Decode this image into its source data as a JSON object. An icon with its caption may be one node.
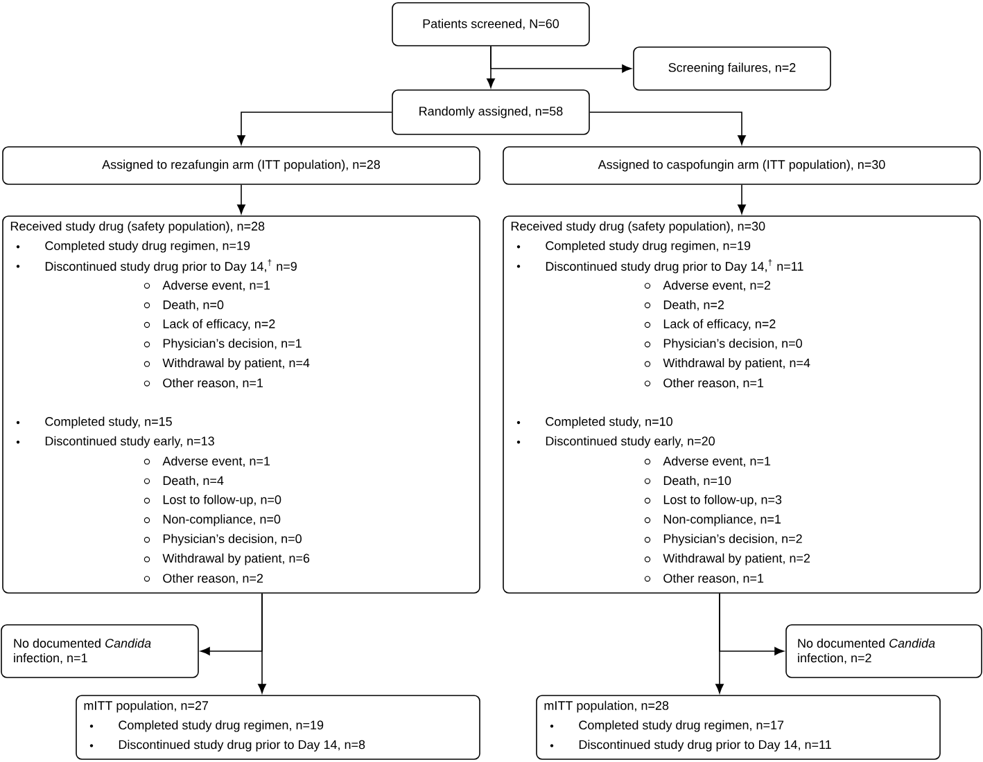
{
  "diagram": {
    "nodes": [
      {
        "text": [
          "Patients screened, N=60"
        ]
      },
      {
        "text": [
          "Screening failures, n=2"
        ]
      },
      {
        "text": [
          "Randomly assigned, n=58"
        ]
      },
      {
        "text": [
          "Assigned to rezafungin arm (ITT population), n=28"
        ]
      },
      {
        "text": [
          "Assigned to caspofungin arm (ITT population), n=30"
        ]
      },
      {
        "text": [
          "Received study drug (safety population), n=28",
          "Completed study drug regimen, n=19",
          "Discontinued study drug prior to Day 14,$^{†}$ n=9",
          "Adverse event, n=1",
          "Death, n=0",
          "Lack of efficacy, n=2",
          "Physician’s decision, n=1",
          "Withdrawal by patient, n=4",
          "Other reason, n=1",
          "Completed study, n=15",
          "Discontinued study early, n=13",
          "Adverse event, n=1",
          "Death, n=4",
          "Lost to follow-up, n=0",
          "Non-compliance, n=0",
          "Physician’s decision, n=0",
          "Withdrawal by patient, n=6",
          "Other reason, n=2"
        ]
      },
      {
        "text": [
          "Received study drug (safety population), n=30",
          "Completed study drug regimen, n=19",
          "Discontinued study drug prior to Day 14,$^{†}$ n=11",
          "Adverse event, n=2",
          "Death, n=2",
          "Lack of efficacy, n=2",
          "Physician’s decision, n=0",
          "Withdrawal by patient, n=4",
          "Other reason, n=1",
          "Completed study, n=10",
          "Discontinued study early, n=20",
          "Adverse event, n=1",
          "Death, n=10",
          "Lost to follow-up, n=3",
          "Non-compliance, n=1",
          "Physician’s decision, n=2",
          "Withdrawal by patient, n=2",
          "Other reason, n=1"
        ]
      },
      {
        "text": [
          "No documented *Candida* infection, n=1"
        ]
      },
      {
        "text": [
          "No documented *Candida* infection, n=2"
        ]
      },
      {
        "text": [
          "mITT population, n=27",
          "Completed study drug regimen, n=19",
          "Discontinued study drug prior to Day 14, n=8"
        ]
      },
      {
        "text": [
          "mITT population, n=28",
          "Completed study drug regimen, n=17",
          "Discontinued study drug prior to Day 14, n=11"
        ]
      }
    ],
    "edges": [
      {
        "from": 0,
        "to": 2,
        "arrow": "to"
      },
      {
        "from": 0,
        "to": 1,
        "arrow": "to"
      },
      {
        "from": 2,
        "to": 3,
        "arrow": "to"
      },
      {
        "from": 2,
        "to": 4,
        "arrow": "to"
      },
      {
        "from": 3,
        "to": 5,
        "arrow": "to"
      },
      {
        "from": 4,
        "to": 6,
        "arrow": "to"
      },
      {
        "from": 5,
        "to": 7,
        "arrow": "to"
      },
      {
        "from": 5,
        "to": 9,
        "arrow": "to"
      },
      {
        "from": 6,
        "to": 8,
        "arrow": "to"
      },
      {
        "from": 6,
        "to": 10,
        "arrow": "to"
      }
    ]
  }
}
